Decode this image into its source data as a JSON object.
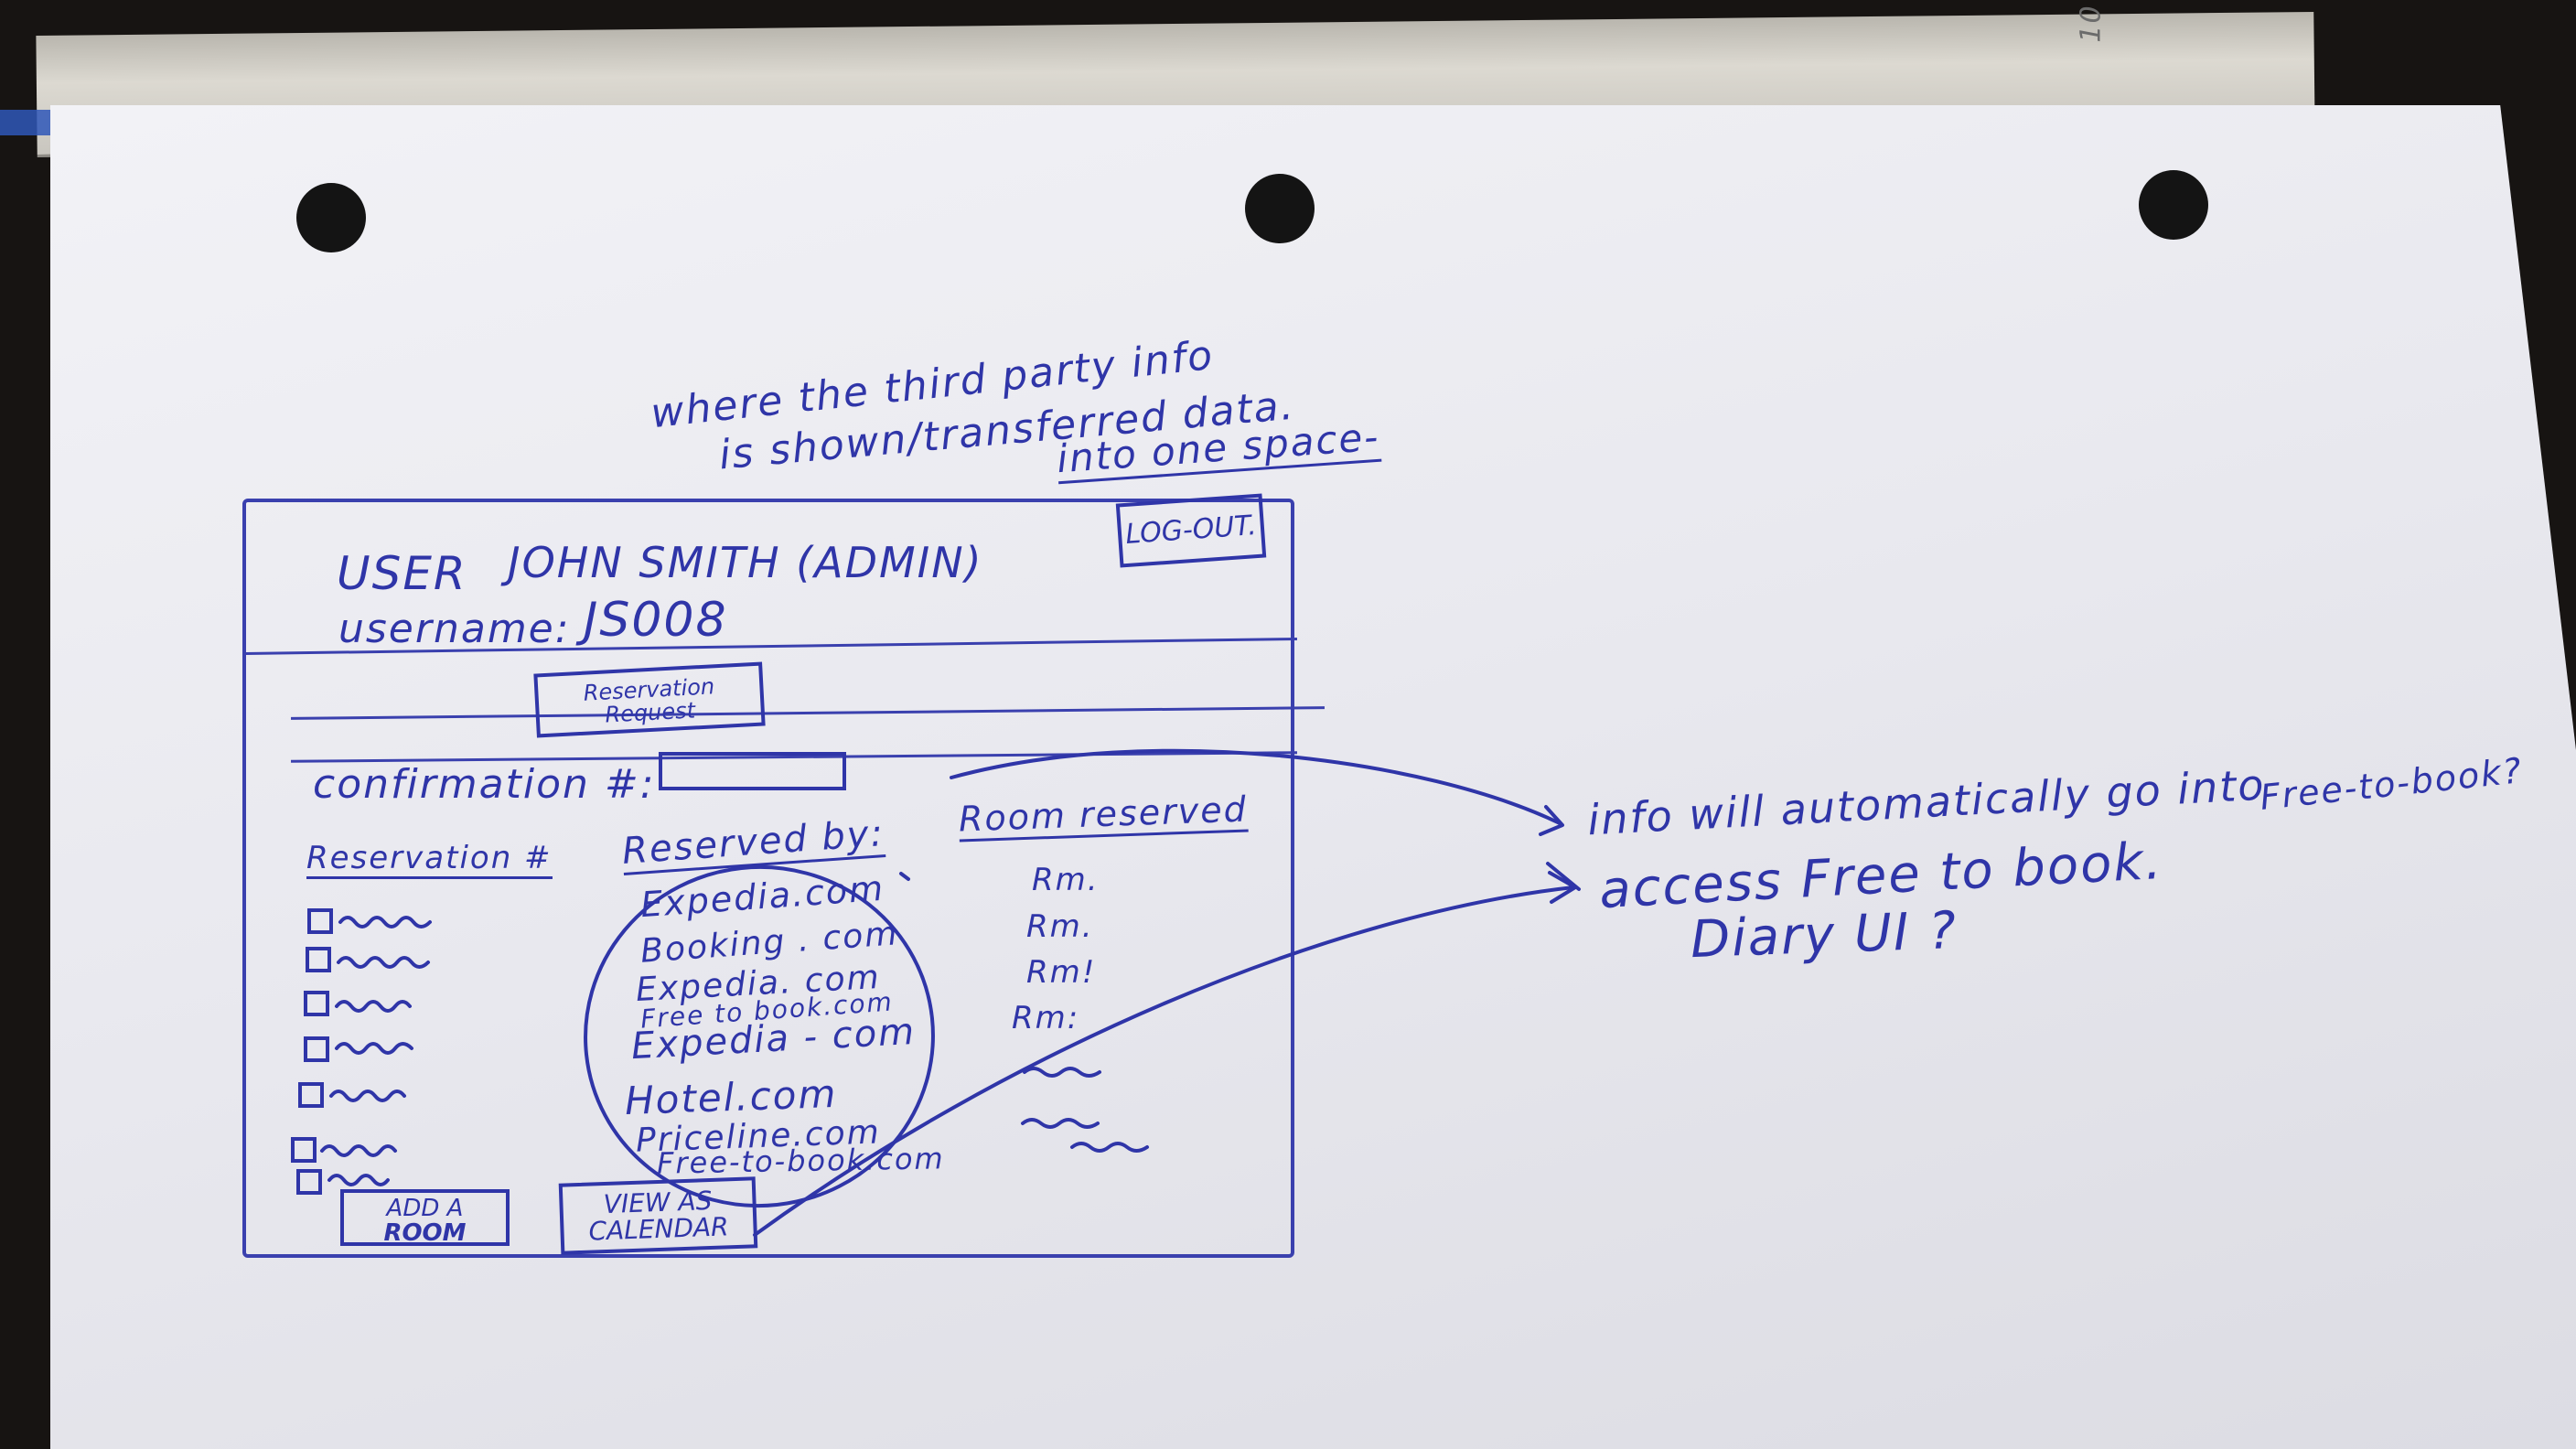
{
  "annotation": {
    "line1": "where the third party info",
    "line2": "is shown/transferred data.",
    "line3": "into one space-"
  },
  "mockup": {
    "logout_label": "LOG-OUT.",
    "user_label": "USER",
    "user_value": "JOHN SMITH (ADMIN)",
    "username_label": "username:",
    "username_value": "JS008",
    "tab_label_1": "Reservation",
    "tab_label_2": "Request",
    "confirmation_label": "confirmation #:",
    "confirmation_value": "",
    "col_reservation": "Reservation #",
    "col_reserved_by": "Reserved by:",
    "col_room": "Room reserved",
    "sources": [
      "Expedia.com",
      "Booking . com",
      "Expedia. com",
      "Free to book.com",
      "Expedia - com",
      "Hotel.com",
      "Priceline.com",
      "Free-to-book.com"
    ],
    "rooms": [
      "Rm.",
      "Rm.",
      "Rm!",
      "Rm:"
    ],
    "add_room_1": "ADD A",
    "add_room_2": "ROOM",
    "calendar_1": "VIEW AS",
    "calendar_2": "CALENDAR"
  },
  "side_notes": {
    "note1": "info will automatically go into",
    "note1_tail": "Free-to-book?",
    "note2": "access Free to book.",
    "note3": "Diary UI ?"
  },
  "corner_mark": "10",
  "colors": {
    "ink": "#2f35a8",
    "paper": "#eeeef3",
    "background": "#171412"
  }
}
